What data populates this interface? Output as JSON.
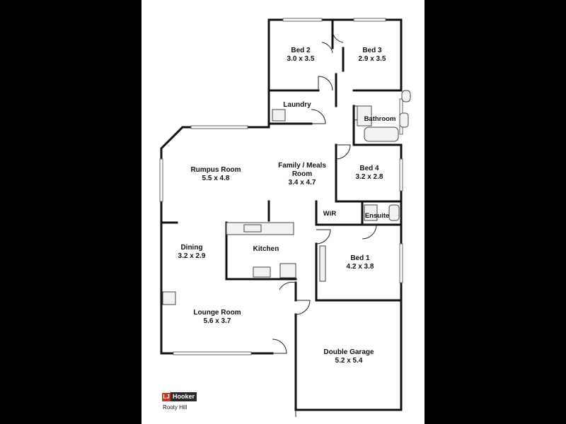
{
  "rooms": {
    "bed2": {
      "name": "Bed 2",
      "dim": "3.0 x 3.5"
    },
    "bed3": {
      "name": "Bed 3",
      "dim": "2.9 x 3.5"
    },
    "laundry": {
      "name": "Laundry"
    },
    "bathroom": {
      "name": "Bathroom"
    },
    "rumpus": {
      "name": "Rumpus Room",
      "dim": "5.5 x 4.8"
    },
    "family": {
      "name": "Family / Meals",
      "name2": "Room",
      "dim": "3.4 x 4.7"
    },
    "bed4": {
      "name": "Bed 4",
      "dim": "3.2 x 2.8"
    },
    "wir": {
      "name": "WiR"
    },
    "ensuite": {
      "name": "Ensuite"
    },
    "dining": {
      "name": "Dining",
      "dim": "3.2 x 2.9"
    },
    "kitchen": {
      "name": "Kitchen"
    },
    "bed1": {
      "name": "Bed 1",
      "dim": "4.2 x 3.8"
    },
    "lounge": {
      "name": "Lounge Room",
      "dim": "5.6 x 3.7"
    },
    "garage": {
      "name": "Double Garage",
      "dim": "5.2 x 5.4"
    }
  },
  "branding": {
    "mark": "LJ",
    "name": "Hooker",
    "office": "Rooty Hill"
  },
  "colors": {
    "background": "#000000",
    "sheet": "#ffffff",
    "wall": "#111111",
    "brand": "#c0392b"
  }
}
